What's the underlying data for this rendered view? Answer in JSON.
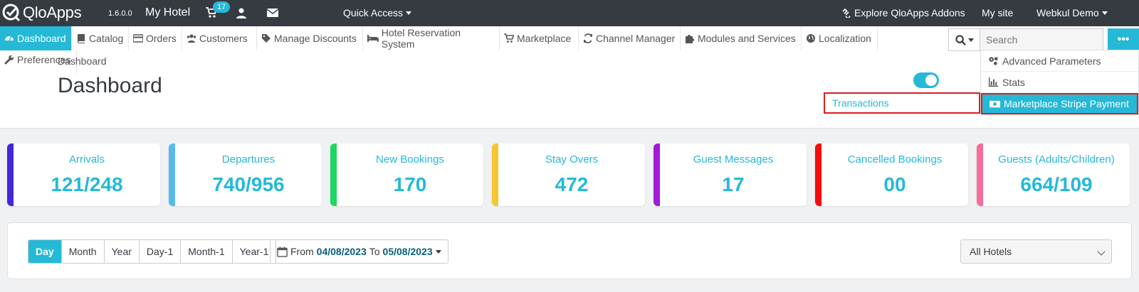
{
  "topbar": {
    "brand": "QloApps",
    "version": "1.6.0.0",
    "shop_name": "My Hotel",
    "cart_count": "17",
    "quick_access": "Quick Access",
    "addons": "Explore QloApps Addons",
    "my_site": "My site",
    "user": "Webkul Demo"
  },
  "nav": {
    "items": [
      {
        "label": "Dashboard",
        "icon": "dashboard-icon"
      },
      {
        "label": "Catalog",
        "icon": "book-icon"
      },
      {
        "label": "Orders",
        "icon": "credit-card-icon"
      },
      {
        "label": "Customers",
        "icon": "users-icon"
      },
      {
        "label": "Manage Discounts",
        "icon": "tags-icon"
      },
      {
        "label": "Hotel Reservation System",
        "icon": "bed-icon"
      },
      {
        "label": "Marketplace",
        "icon": "cart-icon"
      },
      {
        "label": "Channel Manager",
        "icon": "refresh-icon"
      },
      {
        "label": "Modules and Services",
        "icon": "puzzle-icon"
      },
      {
        "label": "Localization",
        "icon": "globe-icon"
      }
    ],
    "preferences": "Preferences",
    "search_placeholder": "Search",
    "more_label": "•••"
  },
  "dropdown": {
    "items": [
      {
        "label": "Advanced Parameters",
        "icon": "cogs-icon"
      },
      {
        "label": "Stats",
        "icon": "bar-chart-icon"
      },
      {
        "label": "Marketplace Stripe Payment",
        "icon": "money-icon"
      }
    ],
    "submenu": "Transactions"
  },
  "header": {
    "breadcrumb": "Dashboard",
    "title": "Dashboard"
  },
  "kpis": [
    {
      "label": "Arrivals",
      "value": "121/248",
      "color": "#4527d9"
    },
    {
      "label": "Departures",
      "value": "740/956",
      "color": "#5ab8ec"
    },
    {
      "label": "New Bookings",
      "value": "170",
      "color": "#1ed760"
    },
    {
      "label": "Stay Overs",
      "value": "472",
      "color": "#f7c531"
    },
    {
      "label": "Guest Messages",
      "value": "17",
      "color": "#a31bd6"
    },
    {
      "label": "Cancelled Bookings",
      "value": "00",
      "color": "#f40d0d"
    },
    {
      "label": "Guests (Adults/Children)",
      "value": "664/109",
      "color": "#f56d9b"
    }
  ],
  "filters": {
    "periods": [
      "Day",
      "Month",
      "Year",
      "Day-1",
      "Month-1",
      "Year-1"
    ],
    "active_period": "Day",
    "from_label": "From",
    "from_date": "04/08/2023",
    "to_label": "To",
    "to_date": "05/08/2023",
    "hotel": "All Hotels"
  },
  "colors": {
    "accent": "#25b9d7",
    "topbar": "#363a41",
    "highlight": "#e01b1b"
  }
}
